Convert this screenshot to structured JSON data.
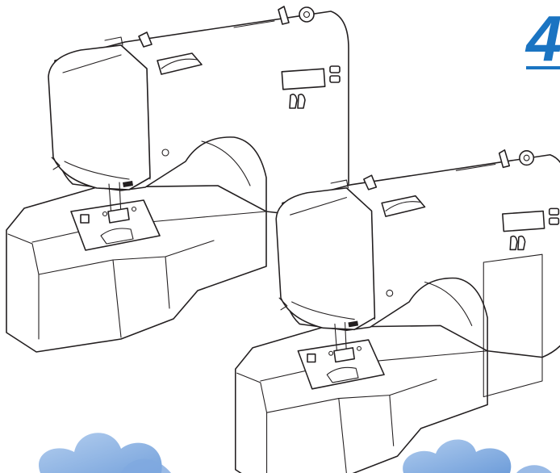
{
  "brand": {
    "mark": "4",
    "accent_color": "#1a74c2",
    "flower_colors": [
      "#8ab3e3",
      "#5f93d6"
    ]
  },
  "images": [
    {
      "name": "sewing-machine-left"
    },
    {
      "name": "sewing-machine-right"
    }
  ]
}
